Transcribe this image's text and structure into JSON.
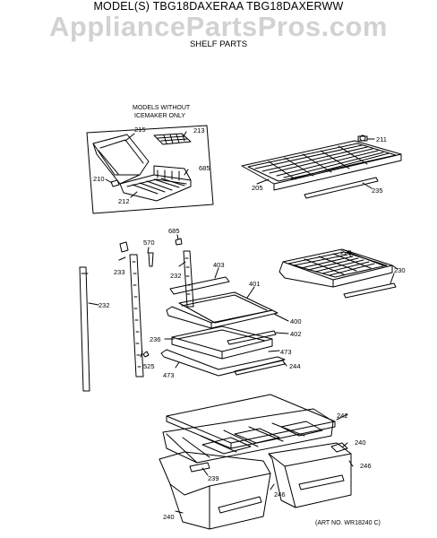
{
  "header": {
    "model_title": "MODEL(S) TBG18DAXERAA TBG18DAXERWW",
    "watermark": "AppliancePartsPros.com",
    "section_title": "SHELF PARTS"
  },
  "inset": {
    "caption_line1": "MODELS WITHOUT",
    "caption_line2": "ICEMAKER ONLY"
  },
  "part_labels": {
    "p215": "215",
    "p213": "213",
    "p685a": "685",
    "p210": "210",
    "p212": "212",
    "p211": "211",
    "p205": "205",
    "p235": "235",
    "p685b": "685",
    "p570": "570",
    "p233": "233",
    "p232a": "232",
    "p232b": "232",
    "p403": "403",
    "p401": "401",
    "p400": "400",
    "p402": "402",
    "p236": "236",
    "p473a": "473",
    "p525": "525",
    "p473b": "473",
    "p244": "244",
    "p228": "228",
    "p230": "230",
    "p242": "242",
    "p240a": "240",
    "p246a": "246",
    "p239": "239",
    "p246b": "246",
    "p240b": "240"
  },
  "footer": {
    "art_no": "(ART NO. WR18240 C)"
  }
}
